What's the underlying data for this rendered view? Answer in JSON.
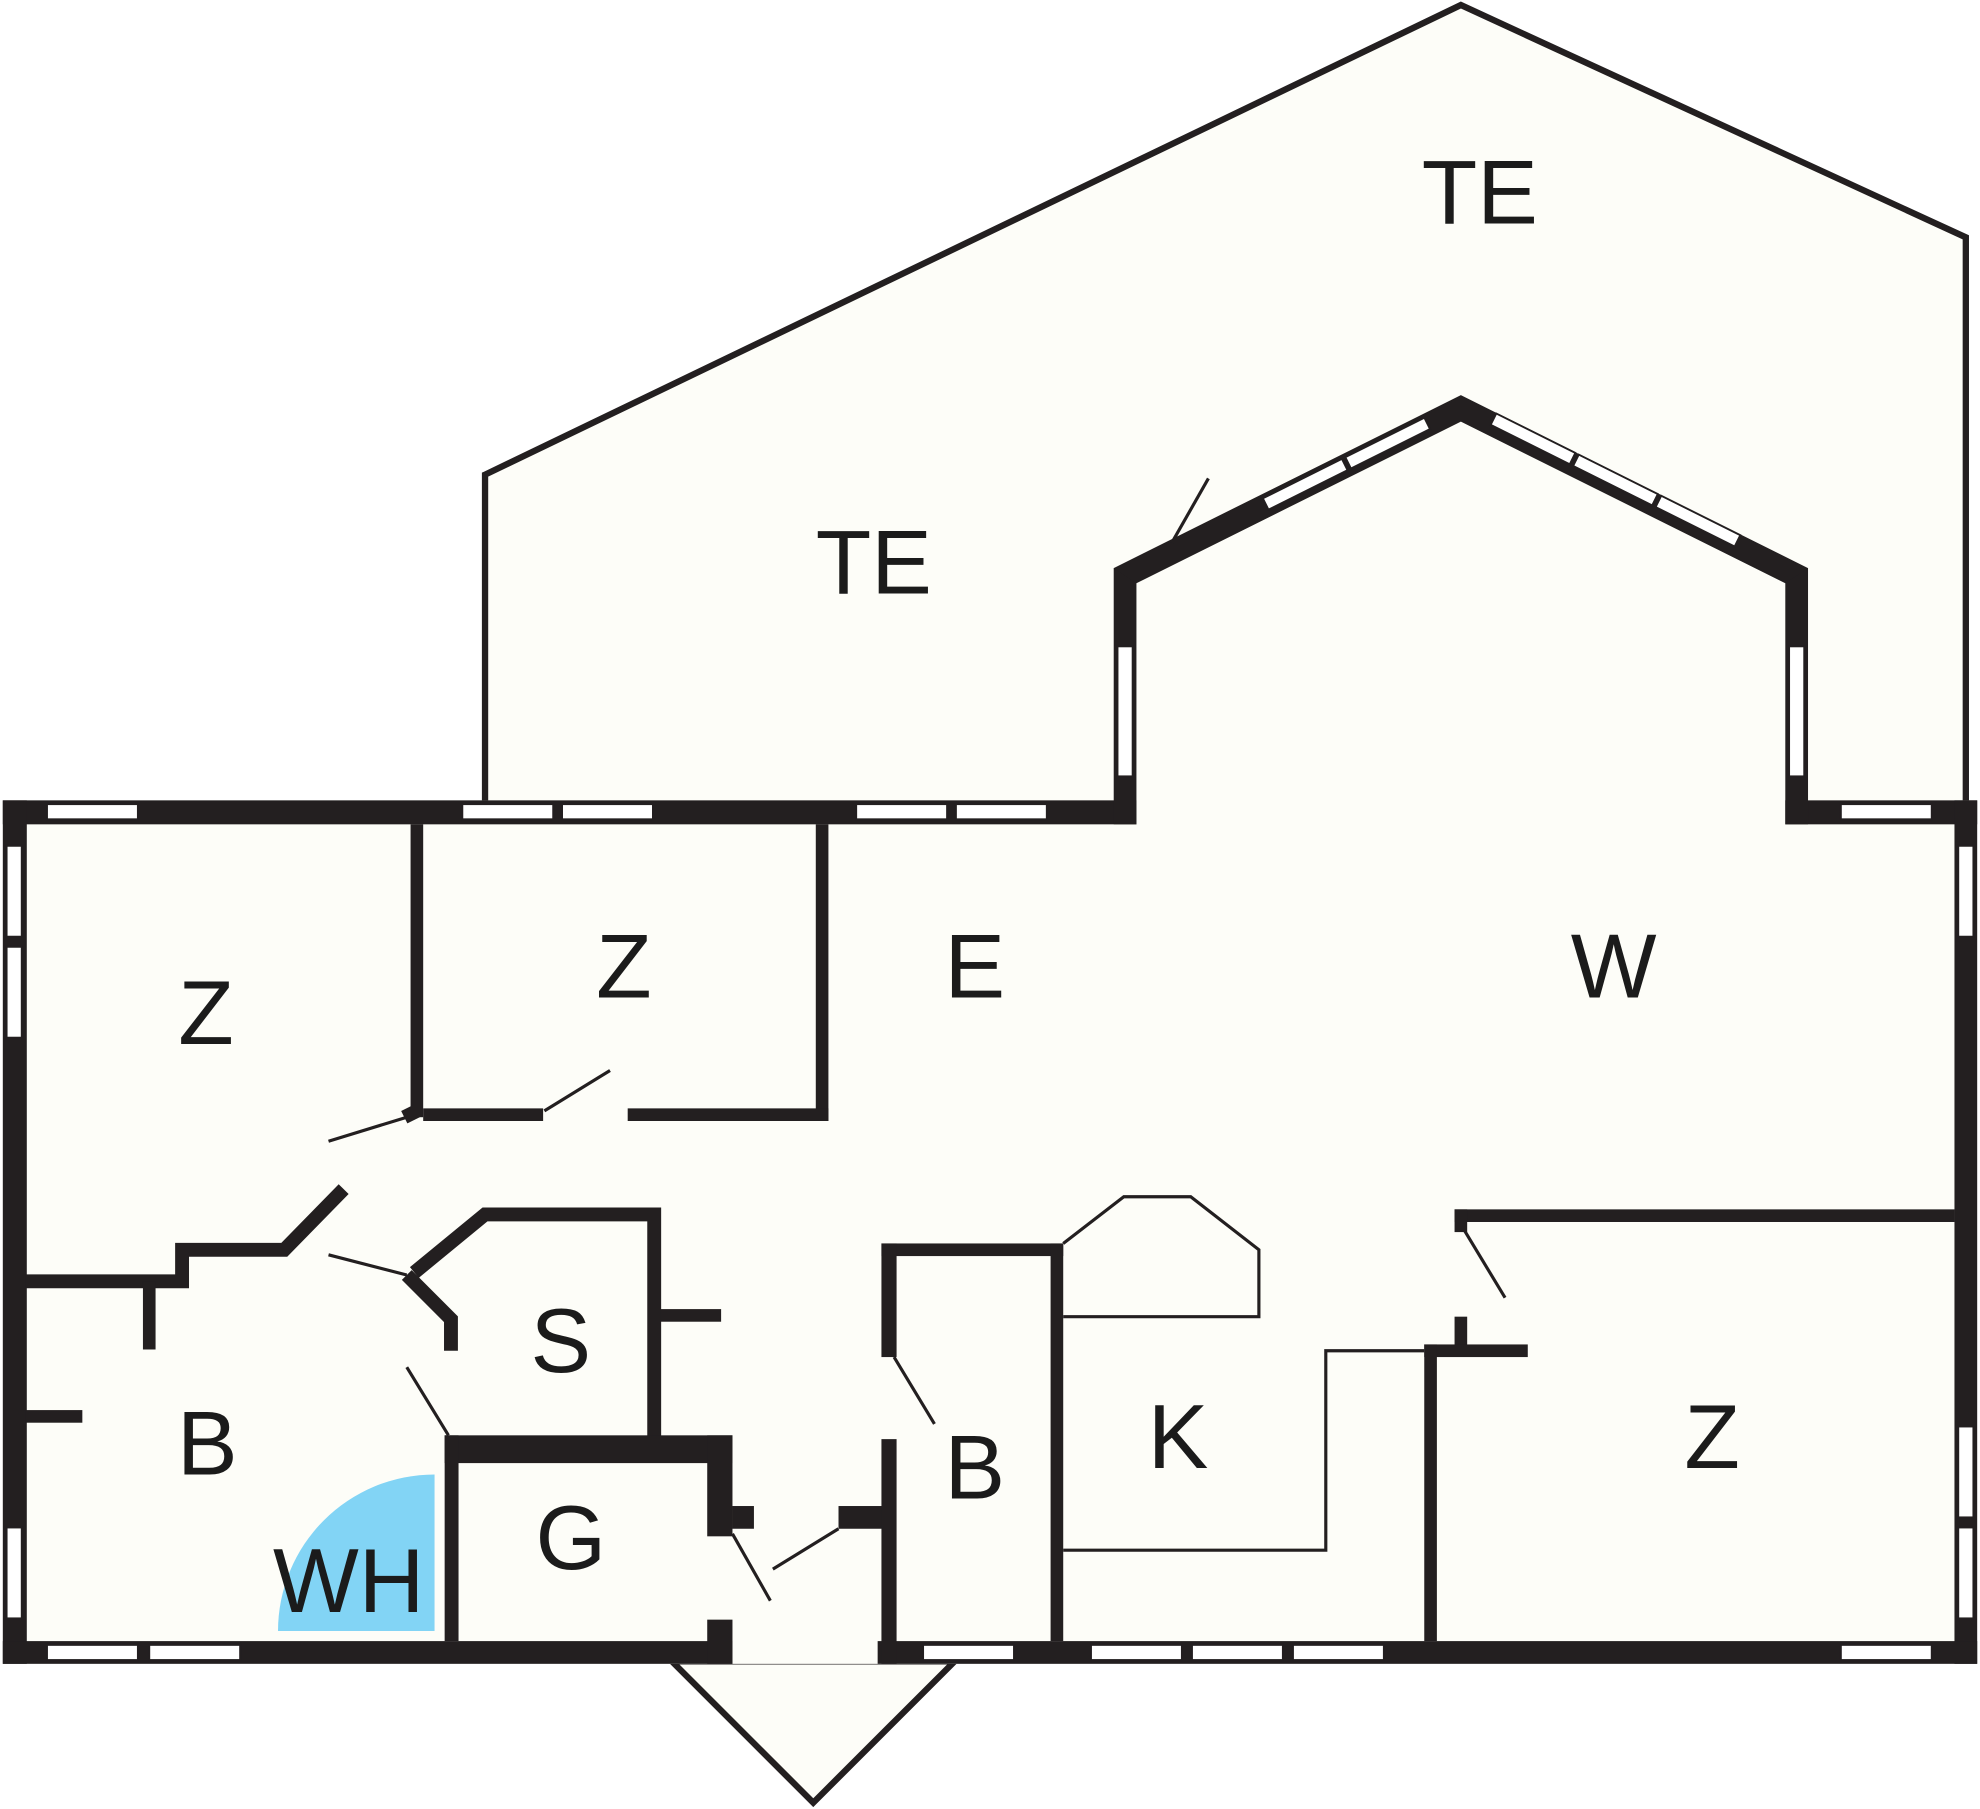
{
  "plan": {
    "colors": {
      "wall": "#231f20",
      "floor": "#fdfdf8",
      "wh_marker": "#82d4f5"
    },
    "rooms": {
      "terrace_top": "TE",
      "terrace_left": "TE",
      "bedroom_1": "Z",
      "bedroom_2": "Z",
      "dining": "E",
      "living": "W",
      "bathroom_1": "B",
      "storage": "S",
      "toilet": "G",
      "bathroom_2": "B",
      "kitchen": "K",
      "bedroom_3": "Z",
      "water_heater": "WH"
    }
  }
}
